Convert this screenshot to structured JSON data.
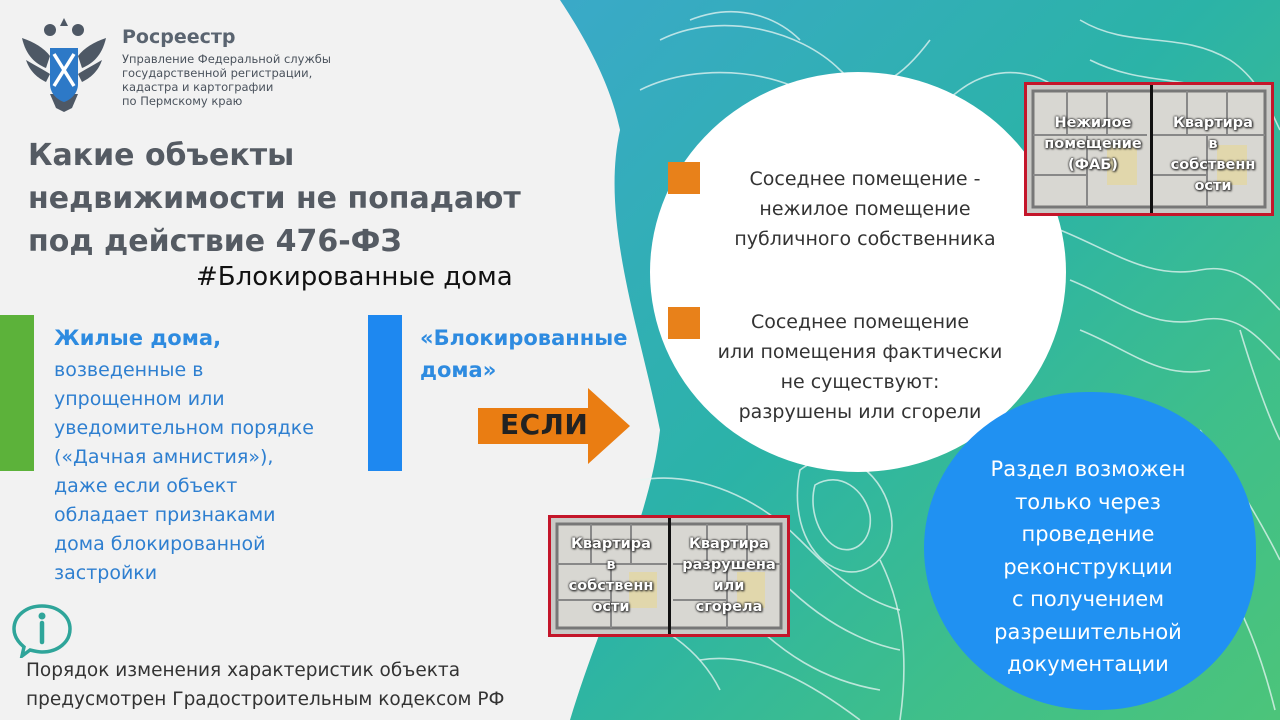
{
  "header": {
    "org_name": "Росреестр",
    "org_sub_lines": [
      "Управление Федеральной службы",
      "государственной регистрации,",
      "кадастра и картографии",
      "по Пермскому краю"
    ]
  },
  "headline": {
    "lines": [
      "Какие объекты",
      "недвижимости не попадают",
      "под действие 476-ФЗ"
    ],
    "hashtag": "#Блокированные дома"
  },
  "residential": {
    "title": "Жилые дома,",
    "body_lines": [
      "возведенные в",
      "упрощенном или",
      "уведомительном порядке",
      "(«Дачная амнистия»),",
      "даже если объект",
      "обладает признаками",
      "дома блокированной",
      "застройки"
    ]
  },
  "blocked": {
    "title_lines": [
      "«Блокированные",
      "дома»"
    ]
  },
  "if_arrow": {
    "label": "ЕСЛИ"
  },
  "conditions": [
    {
      "lines": [
        "Соседнее помещение -",
        "нежилое помещение",
        "публичного собственника"
      ]
    },
    {
      "lines": [
        "Соседнее помещение",
        "или помещения фактически",
        "не существуют:",
        "разрушены или сгорели"
      ]
    }
  ],
  "result": {
    "lines": [
      "Раздел возможен",
      "только через",
      "проведение",
      "реконструкции",
      "с получением",
      "разрешительной",
      "документации"
    ]
  },
  "plan_top": {
    "left_label_lines": [
      "Нежилое",
      "помещение",
      "(ФАБ)"
    ],
    "right_label_lines": [
      "Квартира",
      "в",
      "собственн",
      "ости"
    ]
  },
  "plan_bottom": {
    "left_label_lines": [
      "Квартира",
      "в",
      "собственн",
      "ости"
    ],
    "right_label_lines": [
      "Квартира",
      "разрушена",
      "или",
      "сгорела"
    ]
  },
  "footer": {
    "lines": [
      "Порядок изменения характеристик объекта",
      "предусмотрен Градостроительным кодексом РФ"
    ]
  },
  "colors": {
    "green_bar": "#5cb23a",
    "blue_bar": "#1e88f0",
    "bullet_orange": "#e8811a",
    "arrow_orange": "#ea7d12",
    "result_circle": "#2091f2",
    "plan_border": "#c4162a"
  },
  "icons": {
    "emblem": "double-headed-eagle-emblem",
    "info": "info-speech-bubble-icon"
  }
}
